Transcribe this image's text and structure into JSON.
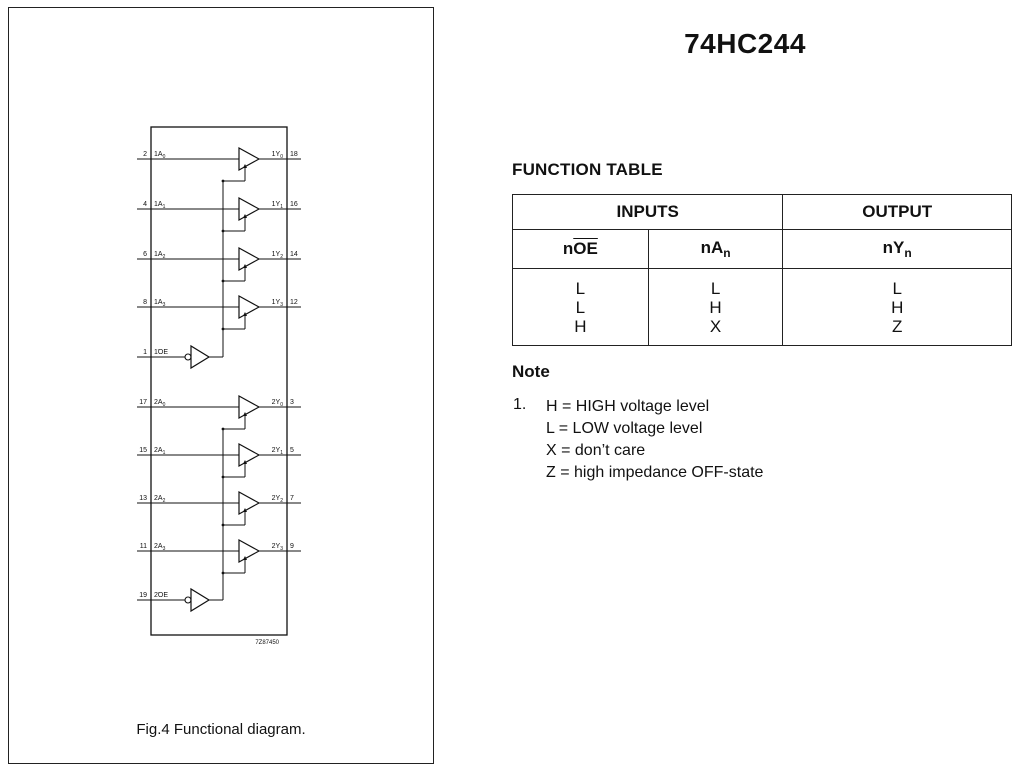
{
  "figure": {
    "caption": "Fig.4  Functional diagram.",
    "code": "7Z87450",
    "buffers": [
      {
        "in_pin": "2",
        "in_label": "1A",
        "in_sub": "0",
        "out_label": "1Y",
        "out_sub": "0",
        "out_pin": "18"
      },
      {
        "in_pin": "4",
        "in_label": "1A",
        "in_sub": "1",
        "out_label": "1Y",
        "out_sub": "1",
        "out_pin": "16"
      },
      {
        "in_pin": "6",
        "in_label": "1A",
        "in_sub": "2",
        "out_label": "1Y",
        "out_sub": "2",
        "out_pin": "14"
      },
      {
        "in_pin": "8",
        "in_label": "1A",
        "in_sub": "3",
        "out_label": "1Y",
        "out_sub": "3",
        "out_pin": "12"
      },
      {
        "in_pin": "17",
        "in_label": "2A",
        "in_sub": "0",
        "out_label": "2Y",
        "out_sub": "0",
        "out_pin": "3"
      },
      {
        "in_pin": "15",
        "in_label": "2A",
        "in_sub": "1",
        "out_label": "2Y",
        "out_sub": "1",
        "out_pin": "5"
      },
      {
        "in_pin": "13",
        "in_label": "2A",
        "in_sub": "2",
        "out_label": "2Y",
        "out_sub": "2",
        "out_pin": "7"
      },
      {
        "in_pin": "11",
        "in_label": "2A",
        "in_sub": "3",
        "out_label": "2Y",
        "out_sub": "3",
        "out_pin": "9"
      }
    ],
    "enables": [
      {
        "pin": "1",
        "prefix": "1",
        "label": "OE"
      },
      {
        "pin": "19",
        "prefix": "2",
        "label": "OE"
      }
    ]
  },
  "title": "74HC244",
  "function_table": {
    "heading": "FUNCTION TABLE",
    "inputs_header": "INPUTS",
    "output_header": "OUTPUT",
    "col_noe_prefix": "n",
    "col_noe_bar": "OE",
    "col_na": "nA",
    "col_na_sub": "n",
    "col_ny": "nY",
    "col_ny_sub": "n",
    "rows": [
      {
        "noe": "L",
        "na": "L",
        "ny": "L"
      },
      {
        "noe": "L",
        "na": "H",
        "ny": "H"
      },
      {
        "noe": "H",
        "na": "X",
        "ny": "Z"
      }
    ]
  },
  "note": {
    "heading": "Note",
    "number": "1.",
    "lines": [
      "H = HIGH voltage level",
      "L = LOW voltage level",
      "X = don’t care",
      "Z = high impedance OFF-state"
    ]
  }
}
